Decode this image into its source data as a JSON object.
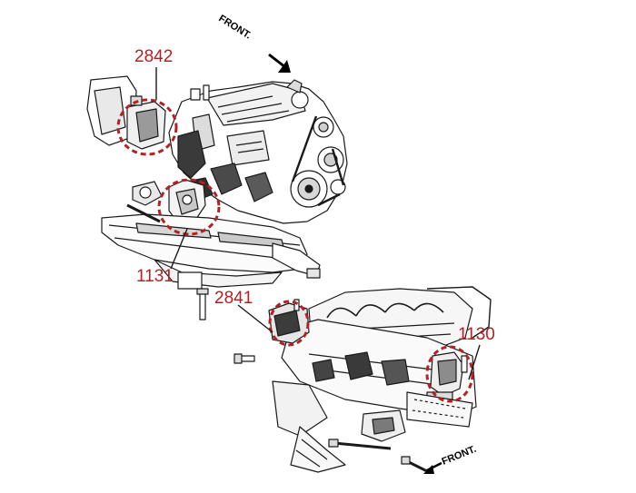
{
  "labels": {
    "front_top": "FRONT.",
    "front_bottom": "FRONT.",
    "part_2842": "2842",
    "part_1131": "1131",
    "part_2841": "2841",
    "part_1130": "1130"
  },
  "colors": {
    "callout": "#b22222",
    "line_art": "#1a1a1a",
    "background": "#ffffff"
  },
  "icons": {
    "front_arrow_top": "arrow-down-right-icon",
    "front_arrow_bottom": "arrow-left-icon"
  }
}
